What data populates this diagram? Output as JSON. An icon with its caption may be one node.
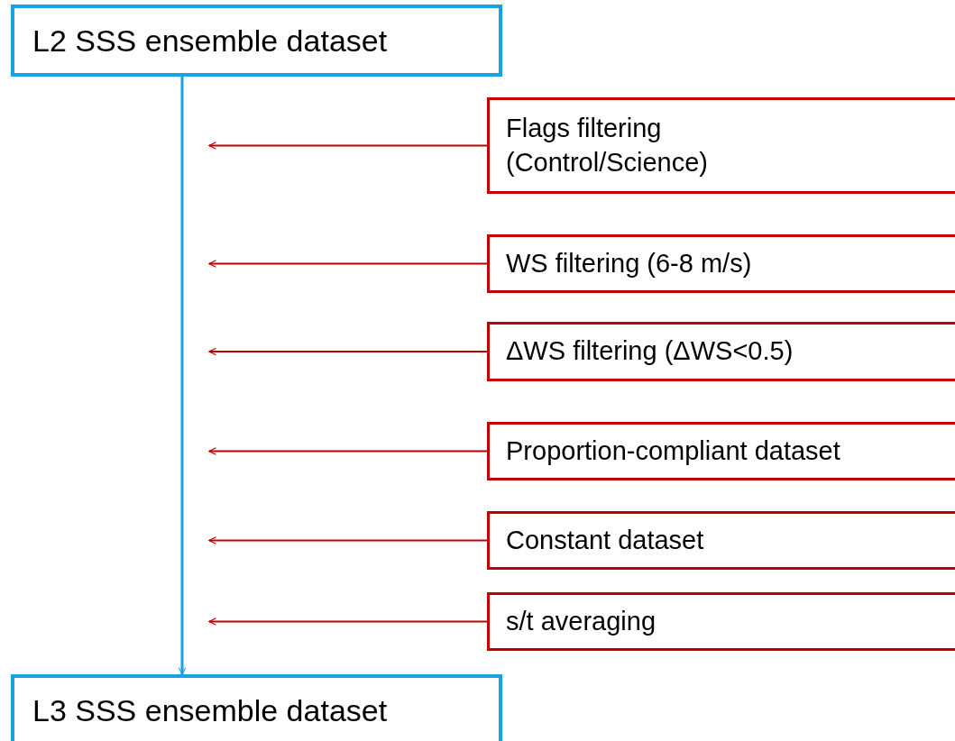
{
  "diagram": {
    "nodes": [
      {
        "text": [
          "L2 SSS ensemble dataset"
        ]
      },
      {
        "text": [
          "Flags filtering (Control/Science)"
        ]
      },
      {
        "text": [
          "WS filtering (6-8 m/s)"
        ]
      },
      {
        "text": [
          "ΔWS filtering (ΔWS<0.5)"
        ]
      },
      {
        "text": [
          "Proportion-compliant dataset"
        ]
      },
      {
        "text": [
          "Constant dataset"
        ]
      },
      {
        "text": [
          "s/t averaging"
        ]
      },
      {
        "text": [
          "L3 SSS ensemble dataset"
        ]
      }
    ],
    "edges": [
      {
        "from": 0,
        "to": 7,
        "arrow": "to",
        "color": "#1ba1e2"
      },
      {
        "from": 1,
        "to": null,
        "arrow": "to"
      },
      {
        "from": 2,
        "to": null,
        "arrow": "to"
      },
      {
        "from": 3,
        "to": null,
        "arrow": "to"
      },
      {
        "from": 4,
        "to": null,
        "arrow": "to"
      },
      {
        "from": 5,
        "to": null,
        "arrow": "to"
      },
      {
        "from": 6,
        "to": null,
        "arrow": "to"
      }
    ]
  }
}
